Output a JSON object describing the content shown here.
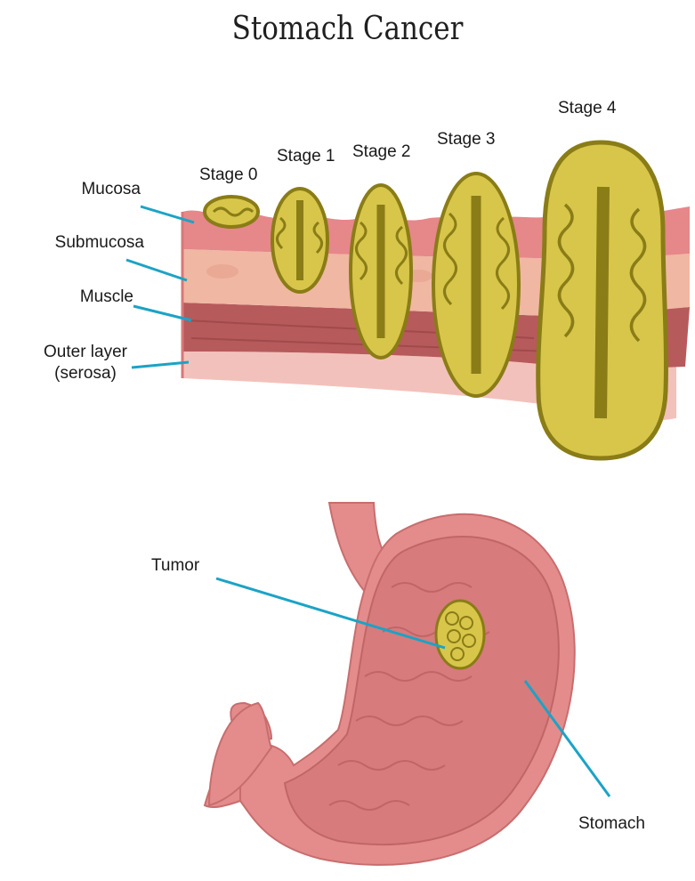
{
  "title": "Stomach Cancer",
  "layers": {
    "mucosa": "Mucosa",
    "submucosa": "Submucosa",
    "muscle": "Muscle",
    "outer_line1": "Outer layer",
    "outer_line2": "(serosa)"
  },
  "stages": [
    "Stage 0",
    "Stage 1",
    "Stage 2",
    "Stage 3",
    "Stage 4"
  ],
  "stomach_labels": {
    "tumor": "Tumor",
    "stomach": "Stomach"
  },
  "colors": {
    "leader": "#1ba3c6",
    "tumor_fill": "#d7c64a",
    "tumor_outline": "#8a7c16",
    "mucosa": "#e6878a",
    "submucosa": "#f0b7a2",
    "muscle": "#b75a5c",
    "serosa": "#f3c1bb",
    "stomach_outer": "#e48c8c",
    "stomach_inner": "#d77b7c"
  }
}
